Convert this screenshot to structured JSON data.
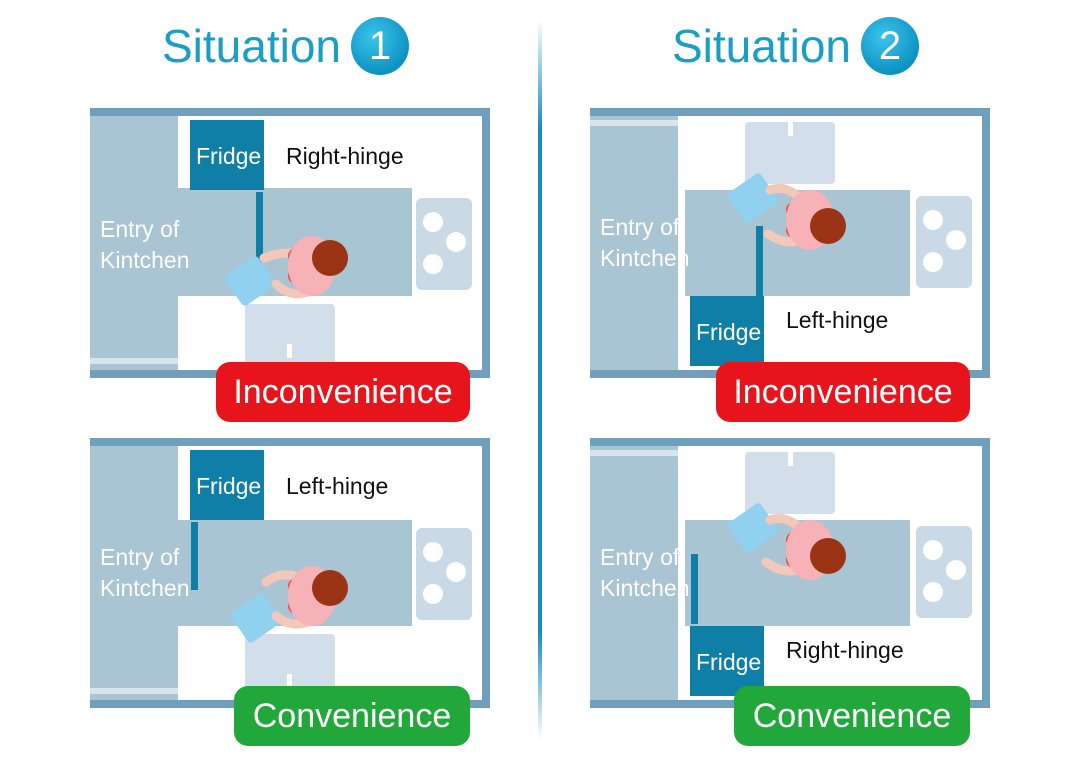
{
  "situations": [
    {
      "label": "Situation",
      "number": "1"
    },
    {
      "label": "Situation",
      "number": "2"
    }
  ],
  "panels": {
    "p1": {
      "entry": [
        "Entry of",
        "Kintchen"
      ],
      "fridge": "Fridge",
      "hinge": "Right-hinge",
      "verdict": "Inconvenience"
    },
    "p2": {
      "entry": [
        "Entry of",
        "Kintchen"
      ],
      "fridge": "Fridge",
      "hinge": "Left-hinge",
      "verdict": "Convenience"
    },
    "p3": {
      "entry": [
        "Entry of",
        "Kintchen"
      ],
      "fridge": "Fridge",
      "hinge": "Left-hinge",
      "verdict": "Inconvenience"
    },
    "p4": {
      "entry": [
        "Entry of",
        "Kintchen"
      ],
      "fridge": "Fridge",
      "hinge": "Right-hinge",
      "verdict": "Convenience"
    }
  },
  "colors": {
    "title": "#1a9fc4",
    "wall": "#6f9fbc",
    "floor": "#a9c4d3",
    "counter": "#a9c4d3",
    "fridge": "#0f7fa8",
    "door": "#0f7fa8",
    "stove": "#c9d9e5",
    "table": "#d2dfea",
    "inconvenience": "#e8141c",
    "convenience": "#22a83a"
  }
}
